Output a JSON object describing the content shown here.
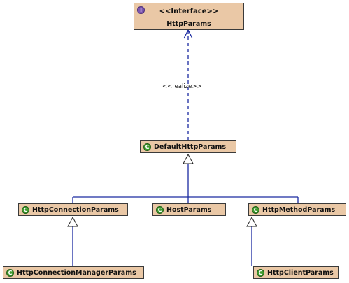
{
  "diagram": {
    "interface": {
      "stereotype": "<<Interface>>",
      "name": "HttpParams",
      "badge": "I"
    },
    "realize_label": "<<realize>>",
    "class_badge": "C",
    "classes": {
      "default_http_params": "DefaultHttpParams",
      "http_connection_params": "HttpConnectionParams",
      "host_params": "HostParams",
      "http_method_params": "HttpMethodParams",
      "http_connection_manager_params": "HttpConnectionManagerParams",
      "http_client_params": "HttpClientParams"
    },
    "colors": {
      "box_fill": "#eac8a6",
      "box_border": "#3a3a3a",
      "edge": "#1a2aa0",
      "class_badge": "#3f9a2e",
      "interface_badge": "#7c56b0"
    }
  }
}
